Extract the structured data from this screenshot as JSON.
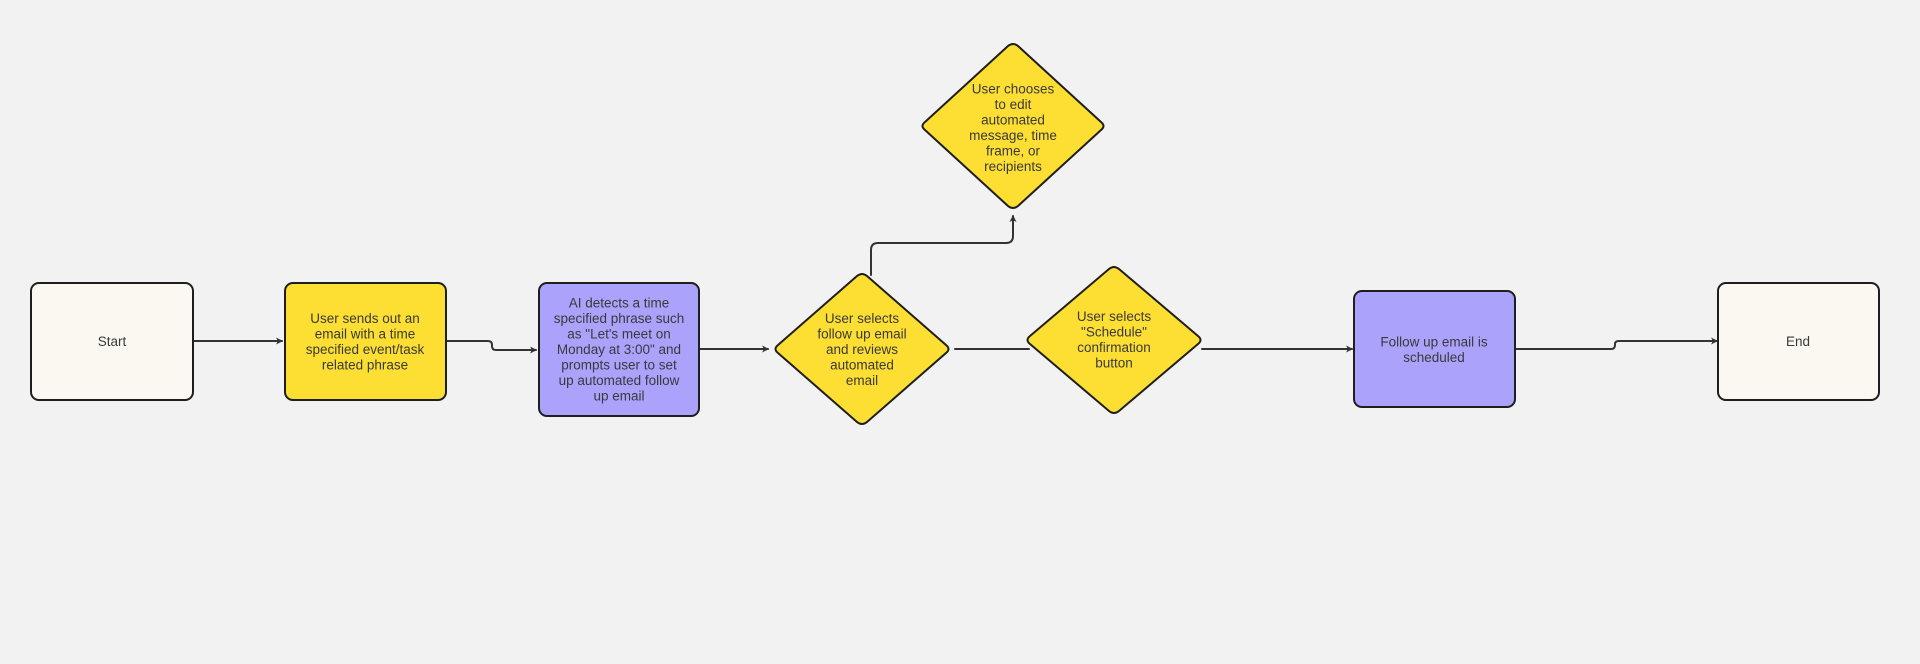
{
  "colors": {
    "background": "#f2f2f2",
    "terminal_fill": "#fbf8f1",
    "yellow_fill": "#fdde33",
    "purple_fill": "#aba2fb",
    "stroke": "#1e1e1e",
    "edge": "#333333"
  },
  "nodes": {
    "start": {
      "lines": [
        "Start"
      ]
    },
    "send_email": {
      "lines": [
        "User sends out an",
        "email with a time",
        "specified event/task",
        "related phrase"
      ]
    },
    "ai_detects": {
      "lines": [
        "AI detects a time",
        "specified phrase such",
        "as \"Let's meet on",
        "Monday at 3:00\" and",
        "prompts user to set",
        "up automated follow",
        "up email"
      ]
    },
    "select_followup": {
      "lines": [
        "User selects",
        "follow up email",
        "and reviews",
        "automated",
        "email"
      ]
    },
    "edit_choice": {
      "lines": [
        "User chooses",
        "to edit",
        "automated",
        "message, time",
        "frame, or",
        "recipients"
      ]
    },
    "select_schedule": {
      "lines": [
        "User selects",
        "\"Schedule\"",
        "confirmation",
        "button"
      ]
    },
    "scheduled": {
      "lines": [
        "Follow up email is",
        "scheduled"
      ]
    },
    "end": {
      "lines": [
        "End"
      ]
    }
  }
}
